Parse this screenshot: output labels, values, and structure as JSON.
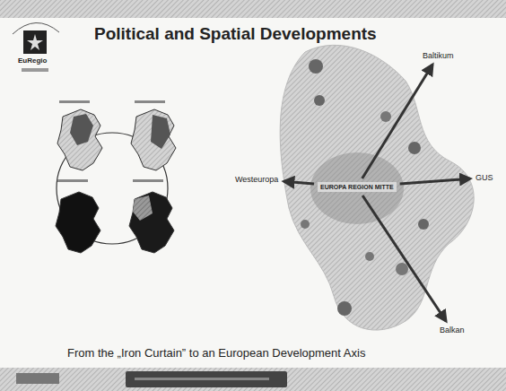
{
  "diagram": {
    "title": "Political and Spatial Developments",
    "caption": "From the „Iron Curtain” to an European Development Axis",
    "nodes": [
      {
        "text": [
          "EUROPA REGION MITTE"
        ]
      },
      {
        "text": [
          "Baltikum"
        ]
      },
      {
        "text": [
          "Westeuropa"
        ]
      },
      {
        "text": [
          "GUS"
        ]
      },
      {
        "text": [
          "Balkan"
        ]
      }
    ],
    "edges": [
      {
        "from": 0,
        "to": 1,
        "arrow": "to"
      },
      {
        "from": 0,
        "to": 2,
        "arrow": "to"
      },
      {
        "from": 0,
        "to": 3,
        "arrow": "to"
      },
      {
        "from": 0,
        "to": 4,
        "arrow": "to"
      }
    ],
    "labels": [
      "EuRegio"
    ]
  }
}
